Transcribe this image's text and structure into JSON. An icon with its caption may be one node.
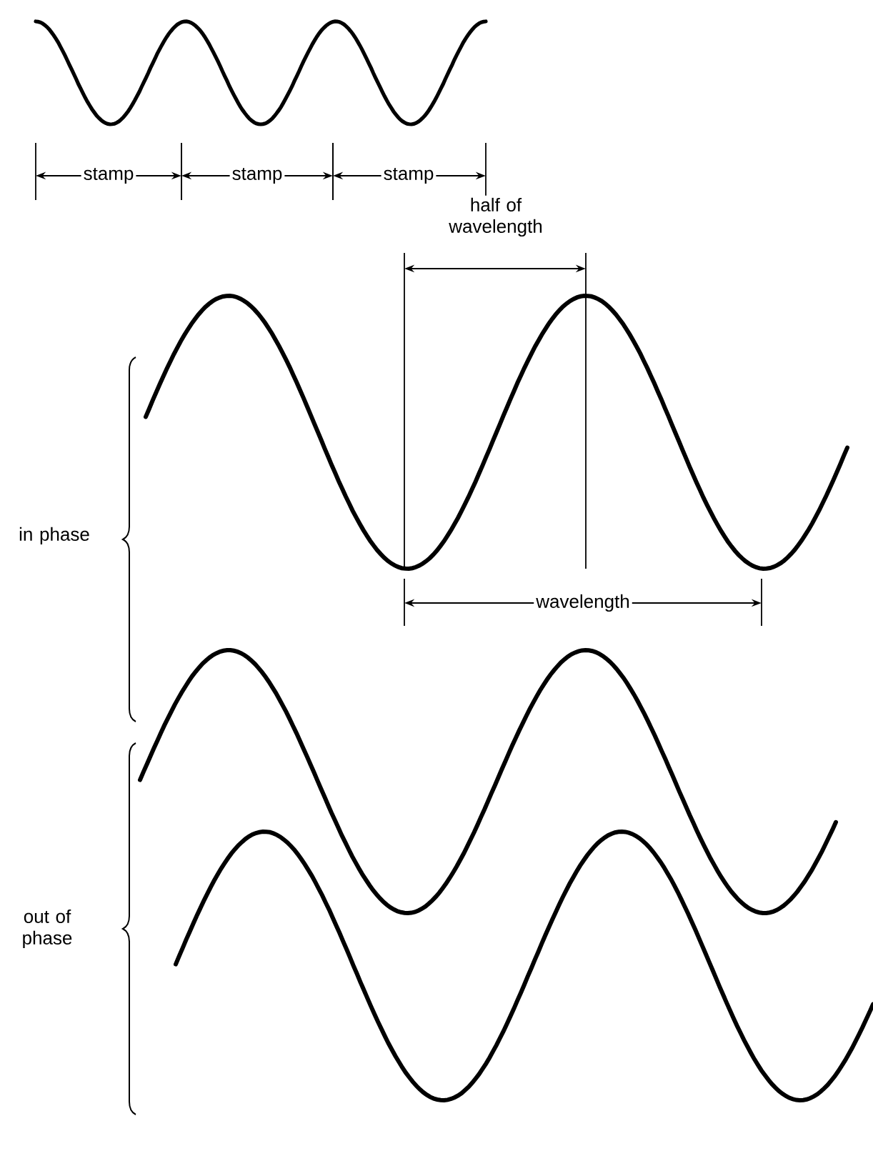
{
  "diagram": {
    "labels": [
      "stamp",
      "stamp",
      "stamp",
      "half of wavelength",
      "wavelength",
      "in phase",
      "out of phase"
    ]
  }
}
